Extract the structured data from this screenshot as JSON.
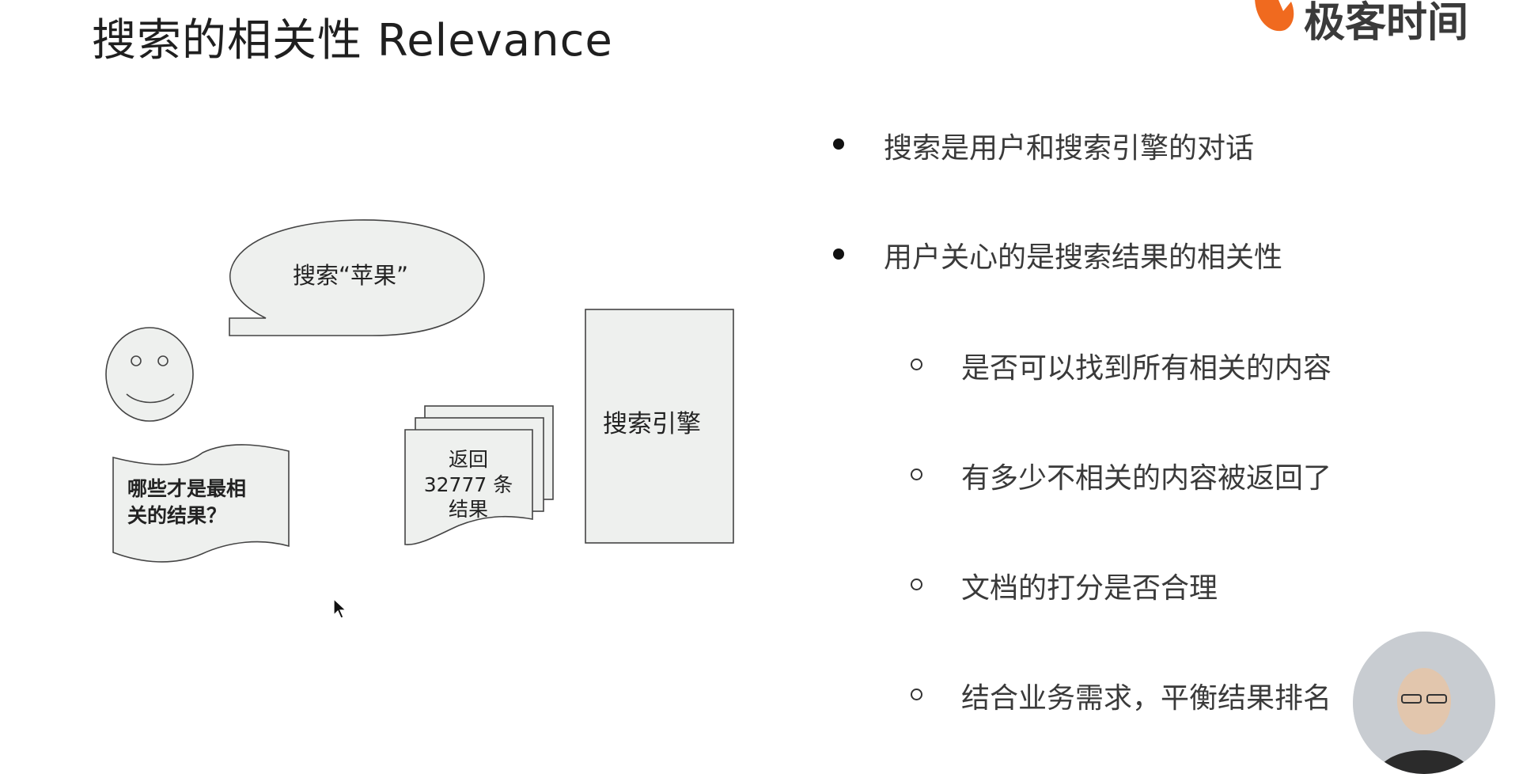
{
  "slide": {
    "title": "搜索的相关性 Relevance"
  },
  "logo": {
    "text": "极客时间",
    "brand_color": "#f06a1f"
  },
  "diagram": {
    "speech_bubble": "搜索“苹果”",
    "question_doc_line1": "哪些才是最相",
    "question_doc_line2": "关的结果？",
    "results_doc_line1": "返回",
    "results_doc_line2": "32777 条",
    "results_doc_line3": "结果",
    "engine_box": "搜索引擎"
  },
  "bullets": [
    {
      "level": 1,
      "text": "搜索是用户和搜索引擎的对话"
    },
    {
      "level": 1,
      "text": "用户关心的是搜索结果的相关性"
    },
    {
      "level": 2,
      "text": "是否可以找到所有相关的内容"
    },
    {
      "level": 2,
      "text": "有多少不相关的内容被返回了"
    },
    {
      "level": 2,
      "text": "文档的打分是否合理"
    },
    {
      "level": 2,
      "text": "结合业务需求，平衡结果排名"
    }
  ],
  "colors": {
    "shape_fill": "#eef0ee",
    "shape_stroke": "#444444"
  }
}
